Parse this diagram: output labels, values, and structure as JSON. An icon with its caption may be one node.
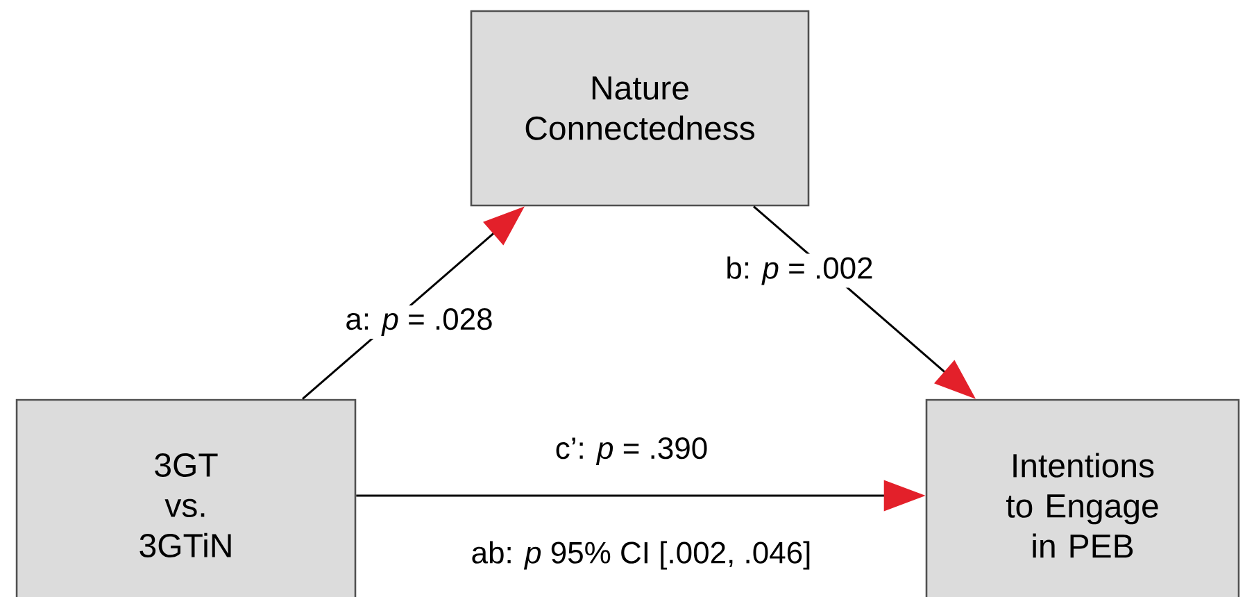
{
  "diagram": {
    "nodes": [
      {
        "text": [
          "Nature Connectedness"
        ]
      },
      {
        "text": [
          "3GT vs. 3GTiN"
        ]
      },
      {
        "text": [
          "Intentions to Engage in PEB"
        ]
      }
    ],
    "edges": [
      {
        "from": 1,
        "to": 0,
        "arrow": "to",
        "label": "a: *p* = .028"
      },
      {
        "from": 0,
        "to": 2,
        "arrow": "to",
        "label": "b: *p* = .002"
      },
      {
        "from": 1,
        "to": 2,
        "arrow": "to",
        "label": "c’: *p* = .390"
      }
    ],
    "labels": [
      "ab: *p* 95% CI [.002, .046]"
    ]
  }
}
